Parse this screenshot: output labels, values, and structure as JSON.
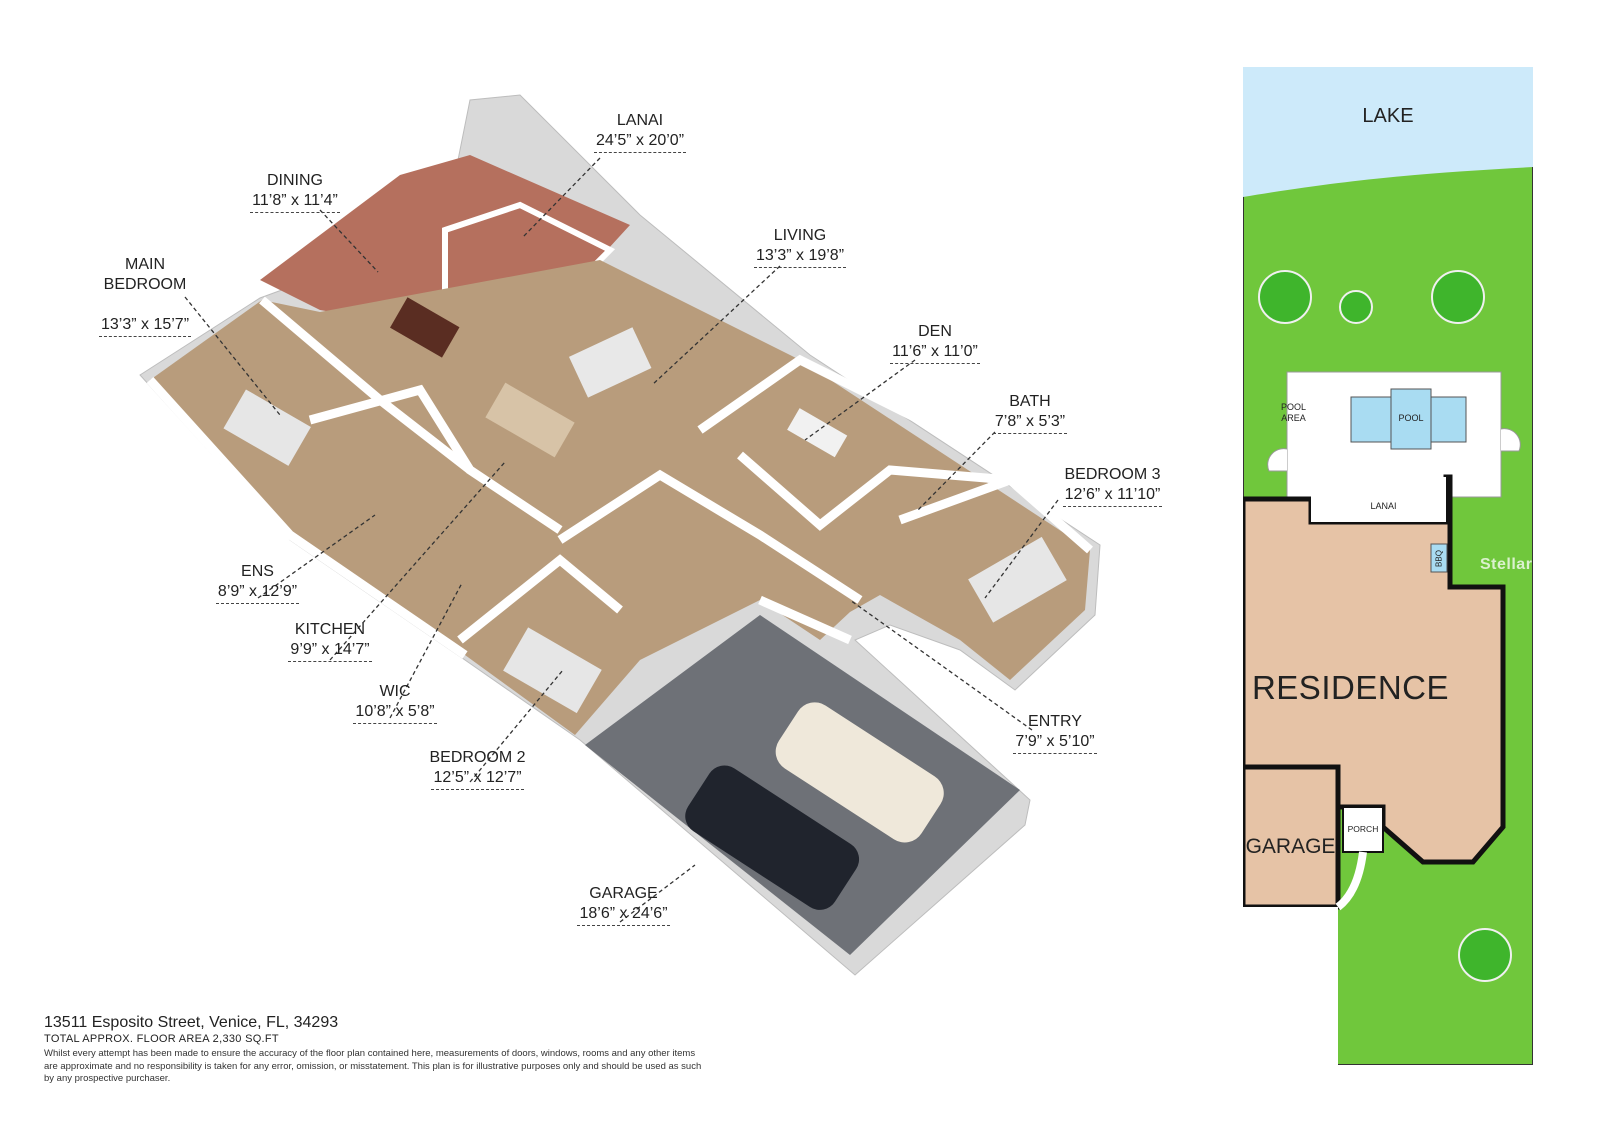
{
  "rooms": [
    {
      "key": "lanai",
      "name": "LANAI",
      "dims": "24’5” x 20’0”"
    },
    {
      "key": "dining",
      "name": "DINING",
      "dims": "11’8” x 11’4”"
    },
    {
      "key": "main_bedroom",
      "name": "MAIN\nBEDROOM",
      "dims": "13’3” x 15’7”"
    },
    {
      "key": "living",
      "name": "LIVING",
      "dims": "13’3” x 19’8”"
    },
    {
      "key": "den",
      "name": "DEN",
      "dims": "11’6” x 11’0”"
    },
    {
      "key": "bath",
      "name": "BATH",
      "dims": "7’8” x 5’3”"
    },
    {
      "key": "bedroom3",
      "name": "BEDROOM 3",
      "dims": "12’6” x 11’10”"
    },
    {
      "key": "ens",
      "name": "ENS",
      "dims": "8’9” x 12’9”"
    },
    {
      "key": "kitchen",
      "name": "KITCHEN",
      "dims": "9’9” x 14’7”"
    },
    {
      "key": "wic",
      "name": "WIC",
      "dims": "10’8” x 5’8”"
    },
    {
      "key": "bedroom2",
      "name": "BEDROOM 2",
      "dims": "12’5” x 12’7”"
    },
    {
      "key": "entry",
      "name": "ENTRY",
      "dims": "7’9” x 5’10”"
    },
    {
      "key": "garage",
      "name": "GARAGE",
      "dims": "18’6” x 24’6”"
    }
  ],
  "footer": {
    "address": "13511 Esposito Street, Venice, FL, 34293",
    "area": "TOTAL APPROX. FLOOR AREA 2,330 SQ.FT",
    "disclaimer": "Whilst every attempt has been made to ensure the accuracy of the floor plan contained here, measurements of doors, windows, rooms and any other items are approximate and no responsibility is taken for any error, omission, or misstatement. This plan is for illustrative purposes only and should be used as such by any prospective purchaser."
  },
  "site_plan": {
    "lake": "LAKE",
    "pool_area": "POOL\nAREA",
    "pool": "POOL",
    "lanai": "LANAI",
    "bbq": "BBQ",
    "residence": "RESIDENCE",
    "garage": "GARAGE",
    "porch": "PORCH"
  },
  "watermark": "StellarMLS",
  "colors": {
    "floor_wood": "#b89c7c",
    "wall": "#ffffff",
    "wall_shade": "#dcdcdc",
    "garage_floor": "#6e7177",
    "lanai_tile": "#b5705e",
    "lawn": "#70c73c",
    "lake": "#cdeafa",
    "residence": "#e6c3a6",
    "tree": "#3fb52c"
  }
}
